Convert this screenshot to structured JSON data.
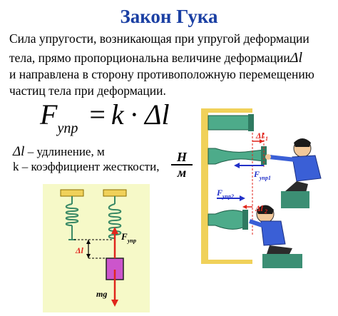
{
  "title": "Закон Гука",
  "paragraph": {
    "line1": "Сила упругости, возникающая при упругой деформации",
    "line2": "тела, прямо пропорциональна величине деформации",
    "line2_symbol": "Δl",
    "line3": "и направлена в сторону противоположную перемещению",
    "line4": "частиц тела при деформации."
  },
  "formula": {
    "lhs": "F",
    "lhs_sub": "упр",
    "equals": "=",
    "k": "k",
    "dot": "·",
    "delta": "Δl"
  },
  "definitions": {
    "delta_symbol": "Δl",
    "delta_text": " – удлинение, м",
    "k_text": "k – коэффициент жесткости,",
    "unit_num": "Н",
    "unit_den": "м"
  },
  "spring_figure": {
    "delta_label": "Δl",
    "force_label": "F",
    "force_sub": "упр",
    "weight_label": "mg"
  },
  "right_figure": {
    "delta1_label": "Δl",
    "delta1_sub": "1",
    "force1_label": "F",
    "force1_sub": "упр1",
    "force2_label": "F",
    "force2_sub": "упр2",
    "delta2_label": "Δl",
    "delta2_sub": "2"
  },
  "colors": {
    "title": "#1a3fa3",
    "panel_yellow": "#f6f9c8",
    "wall": "#f0d15a",
    "spring": "#3a8a66",
    "arrow_red": "#e0251c",
    "arrow_blue": "#2230c8",
    "weight": "#cc55cc",
    "base": "#3c8f74"
  }
}
